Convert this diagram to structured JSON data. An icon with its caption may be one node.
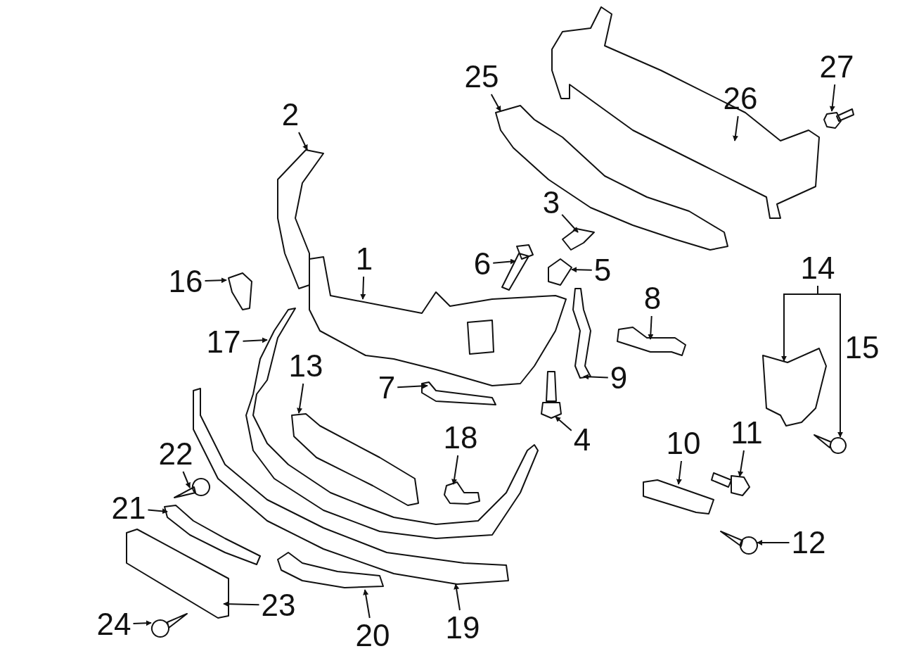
{
  "diagram": {
    "nodes": [
      {
        "text": [
          "1"
        ]
      },
      {
        "text": [
          "2"
        ]
      },
      {
        "text": [
          "3"
        ]
      },
      {
        "text": [
          "4"
        ]
      },
      {
        "text": [
          "5"
        ]
      },
      {
        "text": [
          "6"
        ]
      },
      {
        "text": [
          "7"
        ]
      },
      {
        "text": [
          "8"
        ]
      },
      {
        "text": [
          "9"
        ]
      },
      {
        "text": [
          "10"
        ]
      },
      {
        "text": [
          "11"
        ]
      },
      {
        "text": [
          "12"
        ]
      },
      {
        "text": [
          "13"
        ]
      },
      {
        "text": [
          "14"
        ]
      },
      {
        "text": [
          "16"
        ]
      },
      {
        "text": [
          "17"
        ]
      },
      {
        "text": [
          "18"
        ]
      },
      {
        "text": [
          "19"
        ]
      },
      {
        "text": [
          "20"
        ]
      },
      {
        "text": [
          "21"
        ]
      },
      {
        "text": [
          "22"
        ]
      },
      {
        "text": [
          "23"
        ]
      },
      {
        "text": [
          "24"
        ]
      },
      {
        "text": [
          "25"
        ]
      },
      {
        "text": [
          "26"
        ]
      },
      {
        "text": [
          "27"
        ]
      },
      {
        "text": [],
        "shape": "picture"
      },
      {
        "text": [],
        "shape": "picture"
      },
      {
        "text": [],
        "shape": "picture"
      },
      {
        "text": [],
        "shape": "picture"
      },
      {
        "text": [],
        "shape": "picture"
      },
      {
        "text": [],
        "shape": "picture"
      },
      {
        "text": [],
        "shape": "picture"
      },
      {
        "text": [],
        "shape": "picture"
      },
      {
        "text": [],
        "shape": "picture"
      },
      {
        "text": [],
        "shape": "picture"
      },
      {
        "text": [],
        "shape": "picture"
      },
      {
        "text": [],
        "shape": "picture"
      },
      {
        "text": [],
        "shape": "picture"
      },
      {
        "text": [],
        "shape": "picture"
      },
      {
        "text": [],
        "shape": "picture"
      },
      {
        "text": [],
        "shape": "picture"
      },
      {
        "text": [],
        "shape": "picture"
      },
      {
        "text": [],
        "shape": "picture"
      },
      {
        "text": [],
        "shape": "picture"
      },
      {
        "text": [],
        "shape": "picture"
      },
      {
        "text": [],
        "shape": "picture"
      },
      {
        "text": [],
        "shape": "picture"
      },
      {
        "text": [],
        "shape": "picture"
      },
      {
        "text": [],
        "shape": "picture"
      },
      {
        "text": [],
        "shape": "picture"
      },
      {
        "text": [],
        "shape": "picture"
      },
      {
        "text": [],
        "shape": "picture"
      }
    ],
    "edges": [
      {
        "from": 0,
        "to": 26,
        "arrow": "to"
      },
      {
        "from": 1,
        "to": 27,
        "arrow": "to"
      },
      {
        "from": 2,
        "to": 28,
        "arrow": "to"
      },
      {
        "from": 3,
        "to": 29,
        "arrow": "to"
      },
      {
        "from": 4,
        "to": 30,
        "arrow": "to"
      },
      {
        "from": 5,
        "to": 31,
        "arrow": "to"
      },
      {
        "from": 6,
        "to": 32,
        "arrow": "to"
      },
      {
        "from": 7,
        "to": 33,
        "arrow": "to"
      },
      {
        "from": 8,
        "to": 34,
        "arrow": "to"
      },
      {
        "from": 9,
        "to": 35,
        "arrow": "to"
      },
      {
        "from": 10,
        "to": 36,
        "arrow": "to"
      },
      {
        "from": 11,
        "to": 37,
        "arrow": "to"
      },
      {
        "from": 12,
        "to": 38,
        "arrow": "to"
      },
      {
        "from": 13,
        "to": 39,
        "arrow": "to"
      },
      {
        "from": 13,
        "to": 40,
        "arrow": "to"
      },
      {
        "from": 14,
        "to": 41,
        "arrow": "to"
      },
      {
        "from": 15,
        "to": 42,
        "arrow": "to"
      },
      {
        "from": 16,
        "to": 43,
        "arrow": "to"
      },
      {
        "from": 17,
        "to": 44,
        "arrow": "to"
      },
      {
        "from": 18,
        "to": 45,
        "arrow": "to"
      },
      {
        "from": 19,
        "to": 46,
        "arrow": "to"
      },
      {
        "from": 20,
        "to": 47,
        "arrow": "to"
      },
      {
        "from": 21,
        "to": 48,
        "arrow": "to"
      },
      {
        "from": 22,
        "to": 49,
        "arrow": "to"
      },
      {
        "from": 23,
        "to": 50,
        "arrow": "to"
      },
      {
        "from": 24,
        "to": 51,
        "arrow": "to"
      },
      {
        "from": 25,
        "to": 52,
        "arrow": "to"
      }
    ],
    "labels": [
      "15"
    ]
  }
}
